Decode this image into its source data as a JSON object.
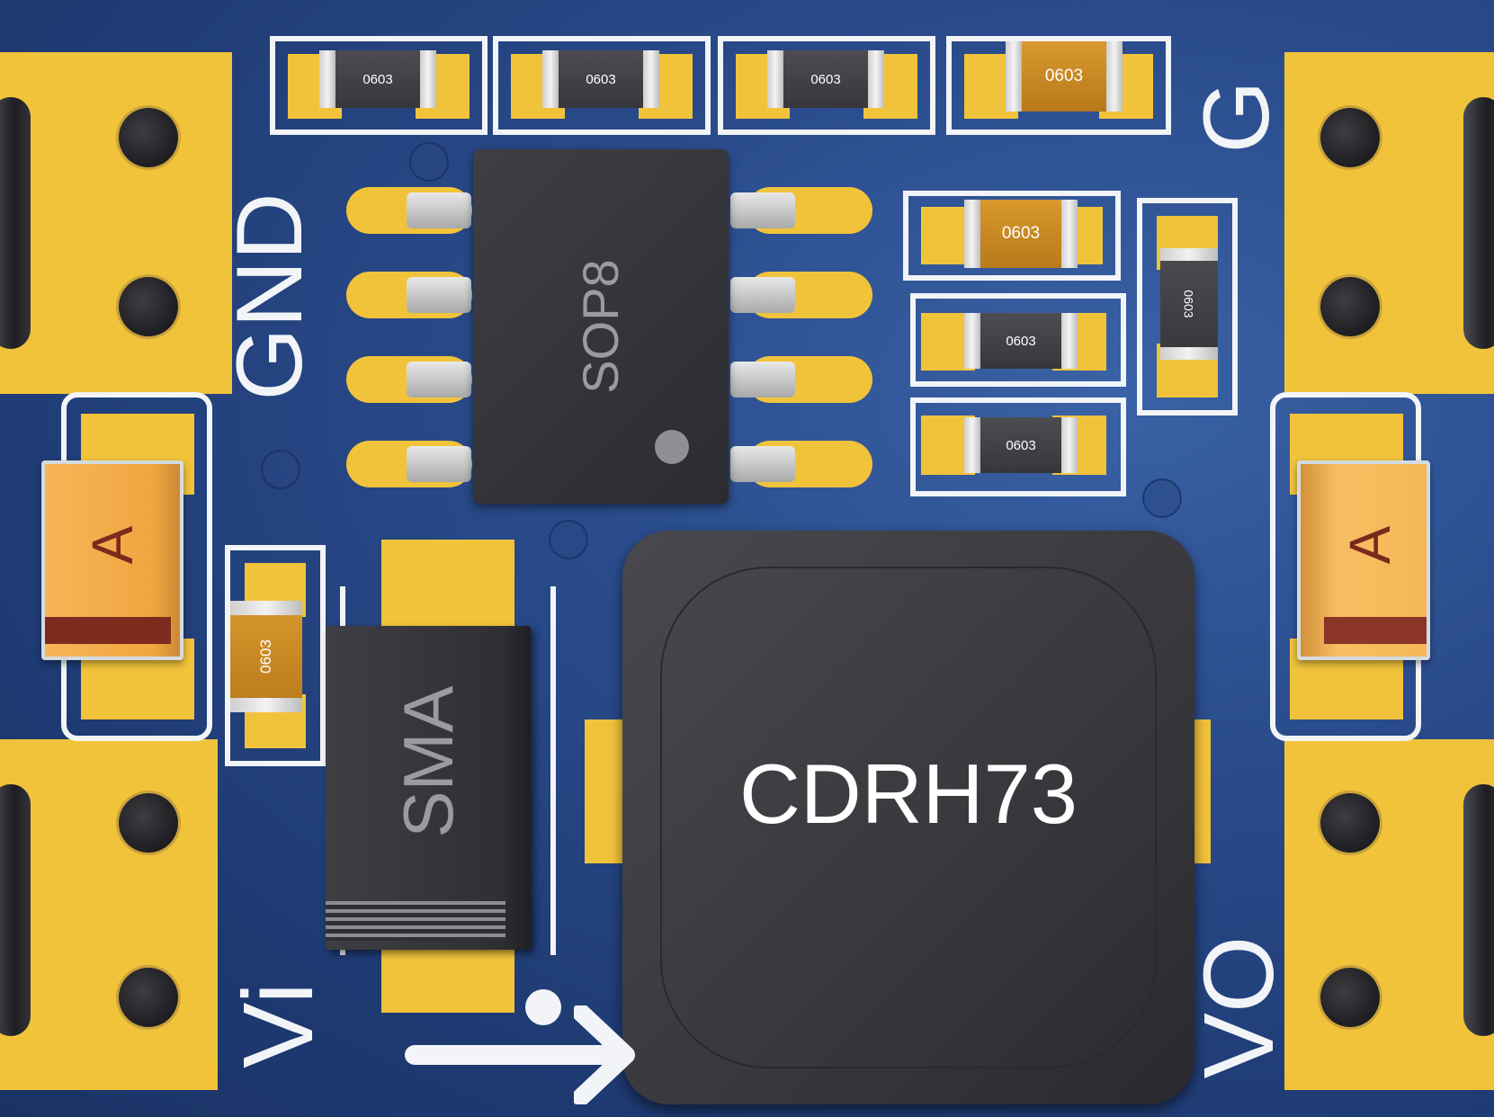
{
  "board": {
    "labels": {
      "gnd": "GND",
      "g": "G",
      "vi": "Vi",
      "vo": "VO"
    },
    "components": {
      "ic": {
        "package": "SOP8"
      },
      "inductor": {
        "package": "CDRH73"
      },
      "diode": {
        "package": "SMA"
      },
      "capacitor_left": {
        "marking": "A"
      },
      "capacitor_right": {
        "marking": "A"
      },
      "resistors": [
        "0603",
        "0603",
        "0603",
        "0603",
        "0603",
        "0603",
        "0603",
        "0603",
        "0603"
      ]
    }
  },
  "colors": {
    "board_blue": "#22407a",
    "copper_gold": "#f1c33b",
    "silkscreen": "#f2f4f7",
    "component_black": "#3a3a3f",
    "capacitor_orange": "#f5ad4a"
  }
}
